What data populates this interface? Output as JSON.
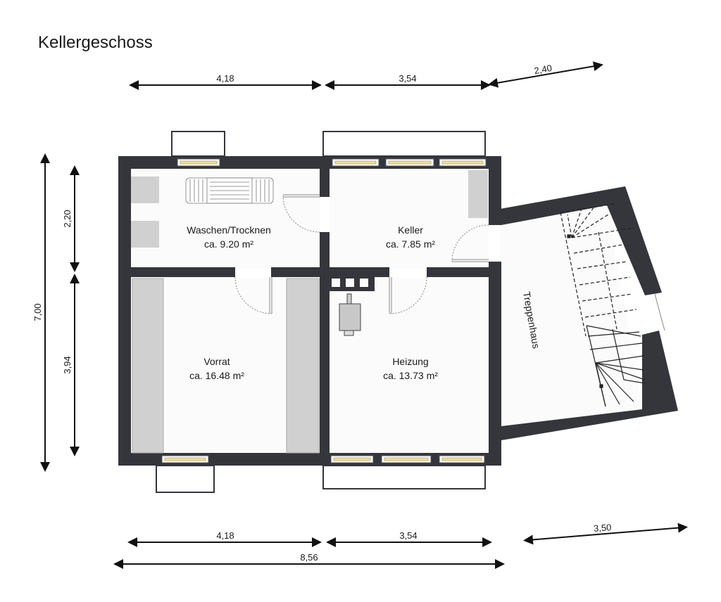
{
  "title": "Kellergeschoss",
  "colors": {
    "wall": "#34363c",
    "floor": "#fbfbfb",
    "furniture": "#d0d0d0",
    "window_glass": "#f3dfa0",
    "dimension": "#111111"
  },
  "rooms": [
    {
      "name": "Waschen/Trocknen",
      "area": "ca. 9.20 m²"
    },
    {
      "name": "Keller",
      "area": "ca. 7.85 m²"
    },
    {
      "name": "Vorrat",
      "area": "ca. 16.48 m²"
    },
    {
      "name": "Heizung",
      "area": "ca. 13.73 m²"
    },
    {
      "name": "Treppenhaus",
      "area": ""
    }
  ],
  "dimensions": {
    "top": [
      "4,18",
      "3,54",
      "2,40"
    ],
    "left_outer": "7,00",
    "left_inner": [
      "2,20",
      "3,94"
    ],
    "bottom": [
      "4,18",
      "3,54",
      "3,50"
    ],
    "bottom_total": "8,56"
  }
}
